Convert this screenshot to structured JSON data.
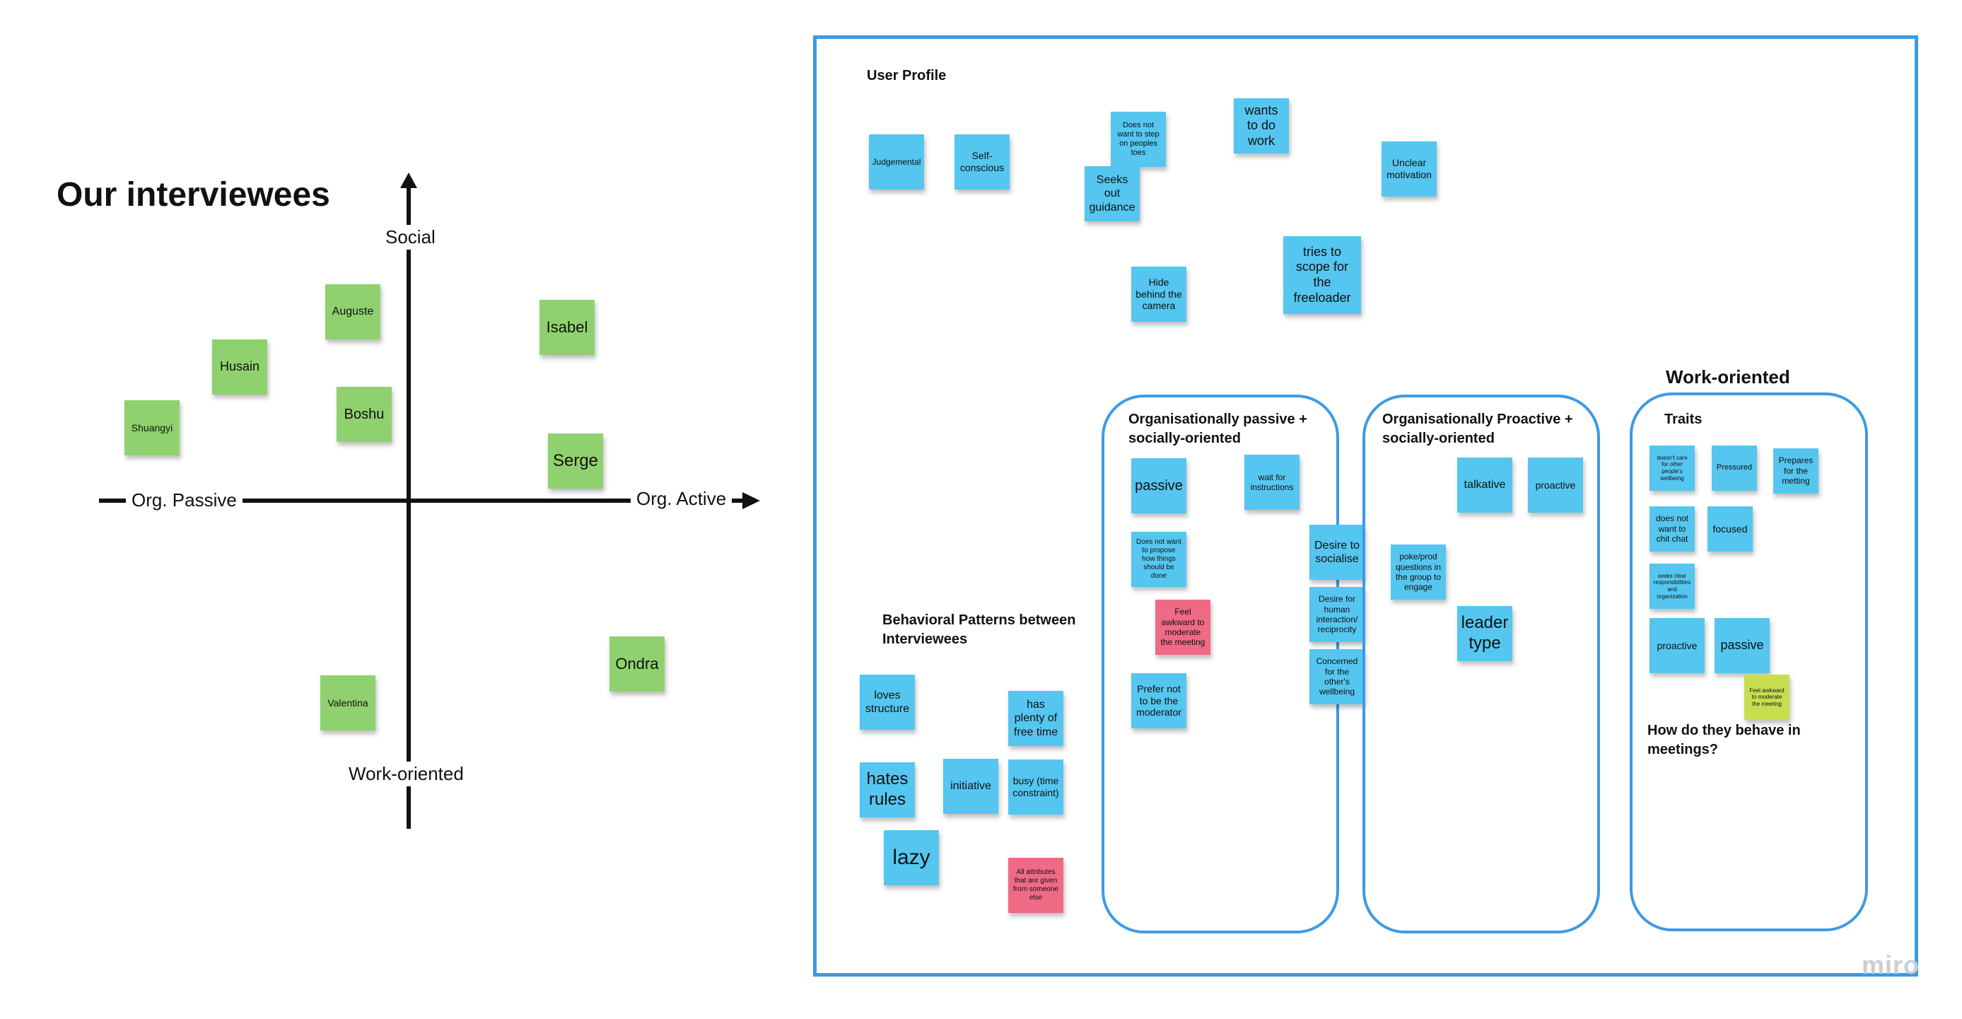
{
  "quadrant": {
    "title": "Our interviewees",
    "axes": {
      "top": "Social",
      "bottom": "Work-oriented",
      "left": "Org. Passive",
      "right": "Org. Active"
    },
    "interviewees": [
      "Auguste",
      "Isabel",
      "Husain",
      "Boshu",
      "Shuangyi",
      "Serge",
      "Ondra",
      "Valentina"
    ]
  },
  "board": {
    "user_profile": {
      "heading": "User Profile",
      "notes": [
        "Judgemental",
        "Self-conscious",
        "Does not want to step on peoples toes",
        "Seeks out guidance",
        "wants to do work",
        "Unclear motivation",
        "tries to scope for the freeloader",
        "Hide behind the camera"
      ]
    },
    "behavioral": {
      "heading": "Behavioral Patterns between Interviewees",
      "notes": [
        "loves structure",
        "has plenty of free time",
        "hates rules",
        "initiative",
        "busy (time constraint)",
        "lazy",
        "All attributes that are given from someone else"
      ]
    },
    "passive_social": {
      "heading": "Organisationally passive + socially-oriented",
      "notes": [
        "passive",
        "wait for instructions",
        "Does not want to propose how things should be done",
        "Feel awkward to moderate the meeting",
        "Prefer not to be the moderator"
      ]
    },
    "shared": {
      "notes": [
        "Desire to socialise",
        "Desire for human interaction/ reciprocity",
        "Concerned for the other's wellbeing"
      ]
    },
    "proactive_social": {
      "heading": "Organisationally Proactive + socially-oriented",
      "notes": [
        "talkative",
        "proactive",
        "poke/prod questions in the group to engage",
        "leader type"
      ]
    },
    "work_oriented": {
      "title": "Work-oriented",
      "traits_heading": "Traits",
      "notes": [
        "doesn't care for other people's wellbeing",
        "Pressured",
        "Prepares for the metting",
        "does not want to chit chat",
        "focused",
        "seeks clear responsibilities and organization",
        "proactive",
        "passive",
        "Feel awkward to moderate the meeting"
      ],
      "question": "How do they behave in meetings?"
    },
    "watermark": "miro"
  },
  "colors": {
    "frame_border": "#3d9ae3",
    "green_note": "#8fd16e",
    "blue_note": "#55c6f0",
    "red_note": "#ef6a84",
    "yellow_note": "#c9de4e"
  }
}
